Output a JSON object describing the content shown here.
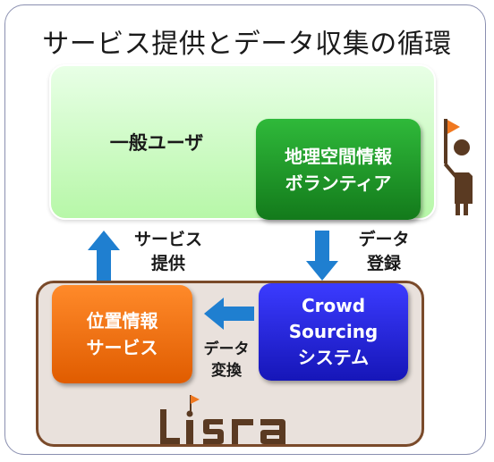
{
  "title": "サービス提供とデータ収集の循環",
  "general_user": "一般ユーザ",
  "volunteer": {
    "line1": "地理空間情報",
    "line2": "ボランティア"
  },
  "service_provision": {
    "line1": "サービス",
    "line2": "提供"
  },
  "data_registration": {
    "line1": "データ",
    "line2": "登録"
  },
  "location_service": {
    "line1": "位置情報",
    "line2": "サービス"
  },
  "data_conversion": {
    "line1": "データ",
    "line2": "変換"
  },
  "crowd_sourcing": {
    "line1": "Crowd",
    "line2": "Sourcing",
    "line3": "システム"
  },
  "logo": "Lisra",
  "colors": {
    "green_area": "#b7f7a8",
    "green_badge": "#137a1b",
    "blue_badge": "#1616b8",
    "orange_badge": "#e05c00",
    "arrow_blue": "#1f7fd0",
    "lisra_border": "#7a4a2a",
    "lisra_fill": "#e9e1dc",
    "flag_orange": "#f07820",
    "figure_brown": "#5a3a22"
  }
}
